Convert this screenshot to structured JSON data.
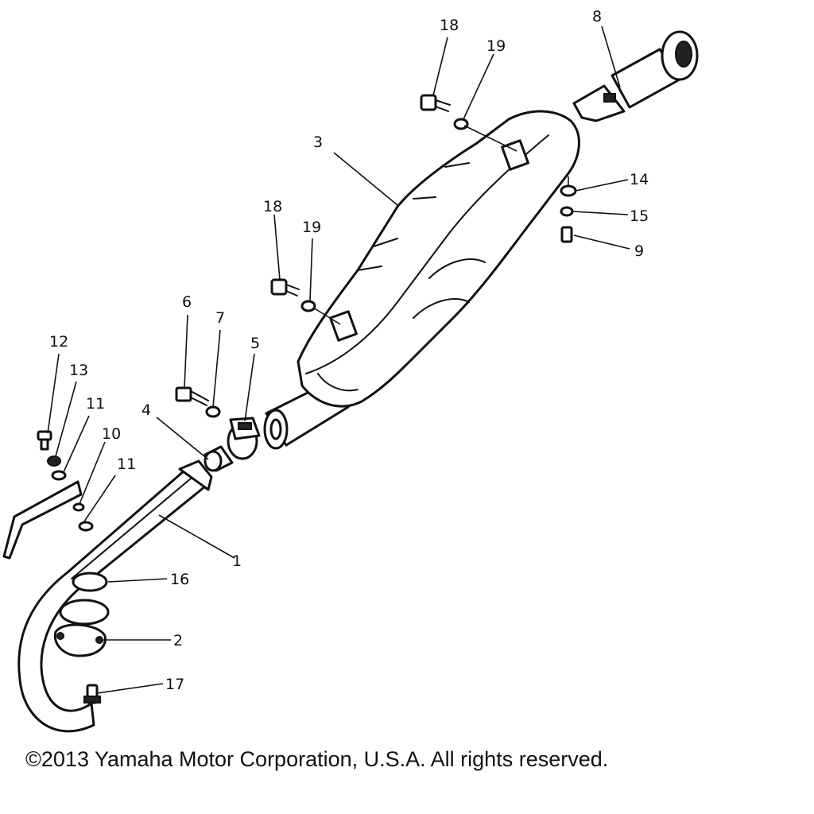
{
  "callouts": {
    "c1": "1",
    "c2": "2",
    "c3": "3",
    "c4": "4",
    "c5": "5",
    "c6": "6",
    "c7": "7",
    "c8": "8",
    "c9": "9",
    "c10": "10",
    "c11a": "11",
    "c11b": "11",
    "c12": "12",
    "c13": "13",
    "c14": "14",
    "c15": "15",
    "c16": "16",
    "c17": "17",
    "c18a": "18",
    "c18b": "18",
    "c19a": "19",
    "c19b": "19"
  },
  "footer": {
    "copyright": "©2013 Yamaha Motor Corporation, U.S.A. All rights reserved."
  }
}
